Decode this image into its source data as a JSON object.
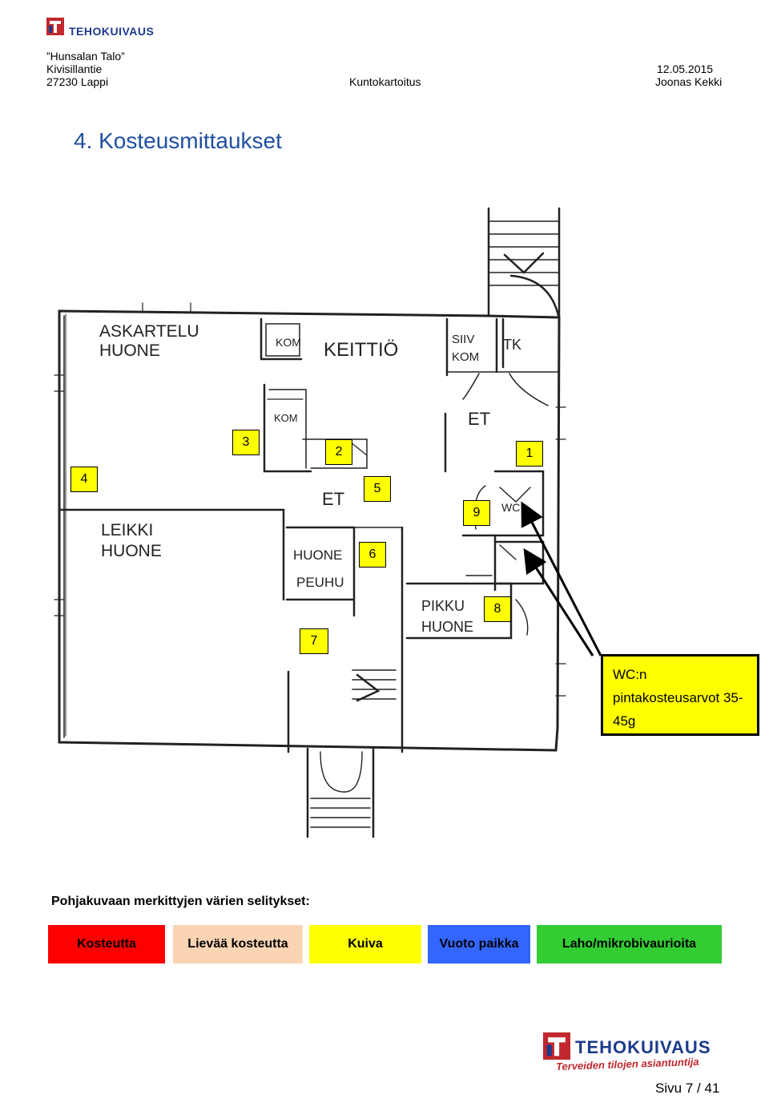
{
  "header": {
    "brand": "TEHOKUIVAUS",
    "property_name": "”Hunsalan Talo”",
    "street": "Kivisillantie",
    "postal": "27230 Lappi",
    "report_type": "Kuntokartoitus",
    "date": "12.05.2015",
    "inspector": "Joonas Kekki"
  },
  "section_title": "4. Kosteusmittaukset",
  "plan": {
    "room_labels": [
      "ASKARTELU",
      "HUONE",
      "KOM",
      "KEITTIÖ",
      "SIIV",
      "KOM",
      "TK",
      "KOM",
      "ET",
      "ET",
      "LEIKKI",
      "HUONE",
      "HUONE",
      "PEUHU",
      "PIKKU",
      "HUONE",
      "WC"
    ],
    "markers": [
      "1",
      "2",
      "3",
      "4",
      "5",
      "6",
      "7",
      "8",
      "9"
    ],
    "marker_color": "#ffff00"
  },
  "callout": {
    "line1": "WC:n",
    "line2": "pintakosteusarvot 35-",
    "line3": "45g",
    "color": "#ffff00"
  },
  "legend": {
    "title": "Pohjakuvaan merkittyjen värien selitykset:",
    "items": [
      {
        "label": "Kosteutta",
        "color": "#ff0000"
      },
      {
        "label": "Lievää kosteutta",
        "color": "#fbd4b4"
      },
      {
        "label": "Kuiva",
        "color": "#ffff00"
      },
      {
        "label": "Vuoto paikka",
        "color": "#3366ff"
      },
      {
        "label": "Laho/mikrobivaurioita",
        "color": "#33cc33"
      }
    ]
  },
  "footer": {
    "brand": "TEHOKUIVAUS",
    "slogan": "Terveiden tilojen asiantuntija",
    "page_prefix": "Sivu",
    "page_current": "7",
    "page_sep": "/",
    "page_total": "41"
  },
  "colors": {
    "brand_blue": "#1d3b8c",
    "brand_red": "#c1272d",
    "title_blue": "#1f4fa0"
  }
}
